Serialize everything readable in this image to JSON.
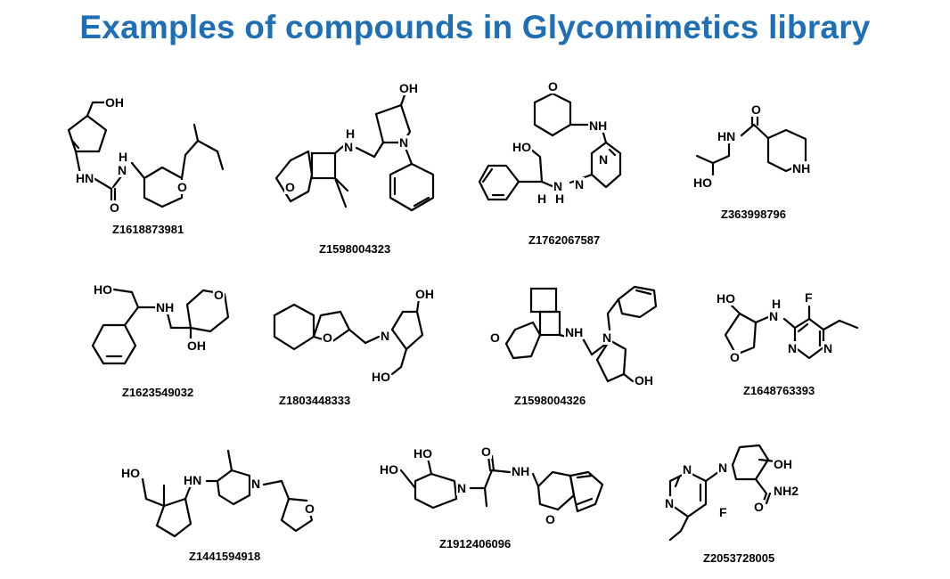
{
  "title": "Examples of compounds in Glycomimetics library",
  "compounds": [
    {
      "id": "Z1618873981"
    },
    {
      "id": "Z1598004323"
    },
    {
      "id": "Z1762067587"
    },
    {
      "id": "Z363998796"
    },
    {
      "id": "Z1623549032"
    },
    {
      "id": "Z1803448333"
    },
    {
      "id": "Z1598004326"
    },
    {
      "id": "Z1648763393"
    },
    {
      "id": "Z1441594918"
    },
    {
      "id": "Z1912406096"
    },
    {
      "id": "Z2053728005"
    }
  ],
  "atom_labels": [
    "OH",
    "HO",
    "H",
    "N",
    "NH",
    "HN",
    "O",
    "NH2",
    "F",
    "NH2"
  ]
}
